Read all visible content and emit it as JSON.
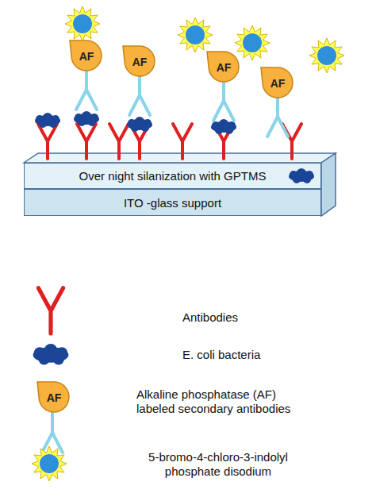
{
  "diagram": {
    "nodes": [
      {
        "text": [
          "AF"
        ]
      },
      {
        "text": [
          "AF"
        ]
      },
      {
        "text": [
          "AF"
        ]
      },
      {
        "text": [
          "AF"
        ]
      },
      {
        "text": [
          "Over night silanization with GPTMS"
        ]
      },
      {
        "text": [
          "ITO -glass support"
        ]
      },
      {
        "text": [
          "AF"
        ]
      }
    ],
    "legend": [
      {
        "text": "Antibodies"
      },
      {
        "text": "E. coli bacteria"
      },
      {
        "text": "Alkaline phosphatase (AF) labeled secondary antibodies"
      },
      {
        "text": "5-bromo-4-chloro-3-indolyl phosphate disodium"
      }
    ]
  }
}
